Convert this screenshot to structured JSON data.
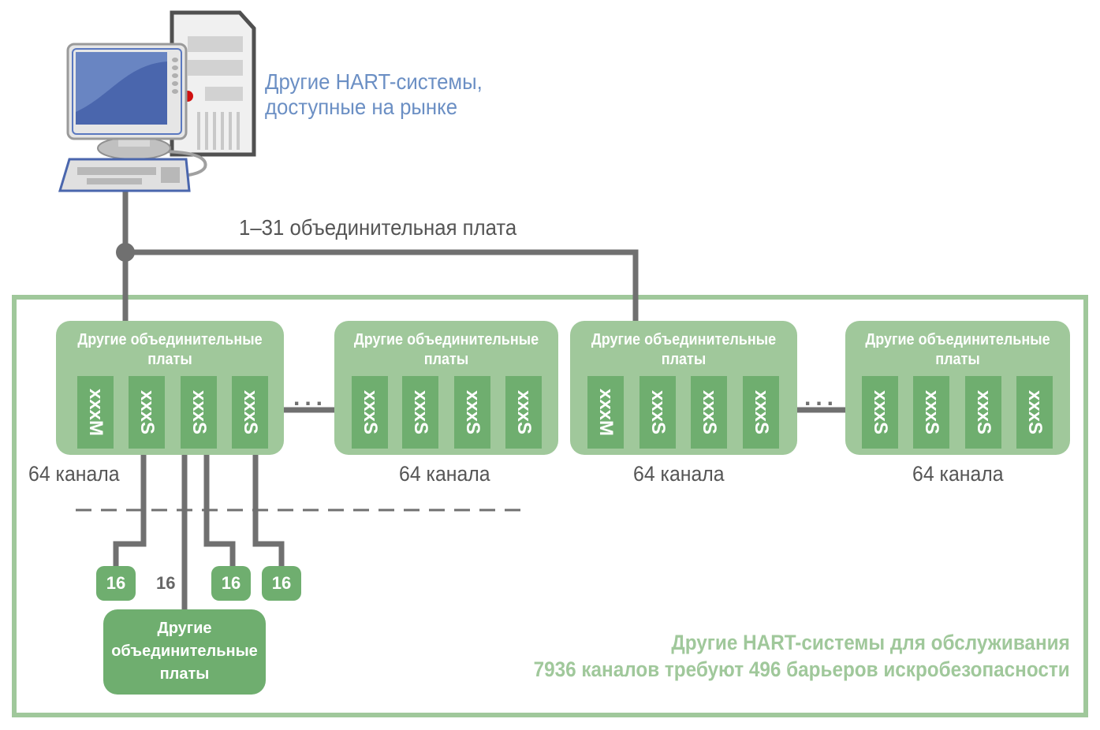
{
  "header": {
    "other_systems_line1": "Другие HART-системы,",
    "other_systems_line2": "доступные на рынке",
    "bus_label": "1–31 объединительная плата"
  },
  "icons": [
    "computer-workstation-icon",
    "server-tower-icon"
  ],
  "colors": {
    "board_fill": "#a0c89b",
    "module_fill": "#6fae6f",
    "frame": "#a0c89b",
    "line": "#707070",
    "blue_text": "#6b8fc4",
    "gray_text": "#555555"
  },
  "boards": [
    {
      "title_line1": "Другие объединительные",
      "title_line2": "платы",
      "modules": [
        "xxxM",
        "xxxS",
        "xxxS",
        "xxxS"
      ],
      "channels": "64 канала"
    },
    {
      "title_line1": "Другие объединительные",
      "title_line2": "платы",
      "modules": [
        "xxxS",
        "xxxS",
        "xxxS",
        "xxxS"
      ],
      "channels": "64 канала"
    },
    {
      "title_line1": "Другие объединительные",
      "title_line2": "платы",
      "modules": [
        "xxxM",
        "xxxS",
        "xxxS",
        "xxxS"
      ],
      "channels": "64 канала"
    },
    {
      "title_line1": "Другие объединительные",
      "title_line2": "платы",
      "modules": [
        "xxxS",
        "xxxS",
        "xxxS",
        "xxxS"
      ],
      "channels": "64 канала"
    }
  ],
  "ellipsis": "...",
  "sub_counts": [
    "16",
    "16",
    "16",
    "16"
  ],
  "sub_board": {
    "line1": "Другие",
    "line2": "объединительные",
    "line3": "платы"
  },
  "summary": {
    "line1": "Другие HART-системы для обслуживания",
    "line2": "7936 каналов требуют 496 барьеров искробезопасности"
  }
}
